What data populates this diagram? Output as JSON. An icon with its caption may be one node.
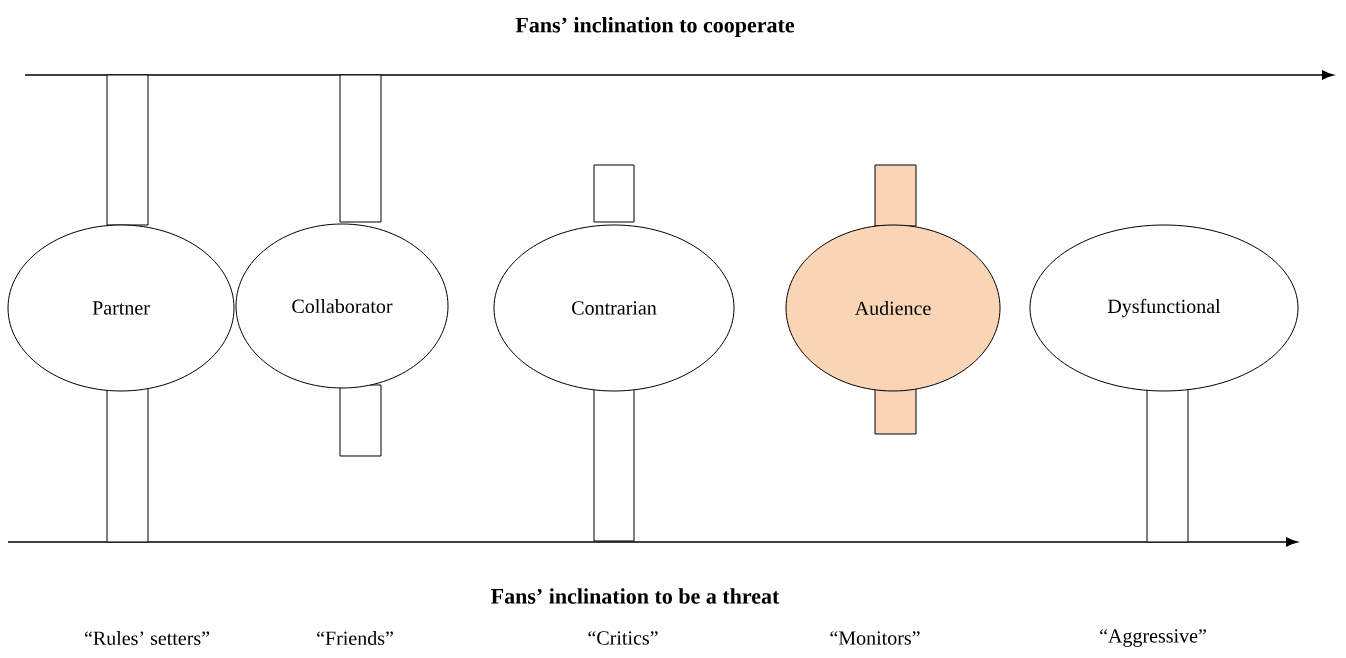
{
  "diagram": {
    "title": "Fans’ inclination to cooperate",
    "nodes": [
      {
        "text": [
          "Partner"
        ]
      },
      {
        "text": [
          "Collaborator"
        ]
      },
      {
        "text": [
          "Contrarian"
        ]
      },
      {
        "text": [
          "Audience"
        ]
      },
      {
        "text": [
          "Dysfunctional"
        ]
      }
    ],
    "labels": [
      "Fans’ inclination to be a threat",
      "“Rules’ setters”",
      "“Friends”",
      "“Critics”",
      "“Monitors”",
      "“Aggressive”"
    ]
  }
}
